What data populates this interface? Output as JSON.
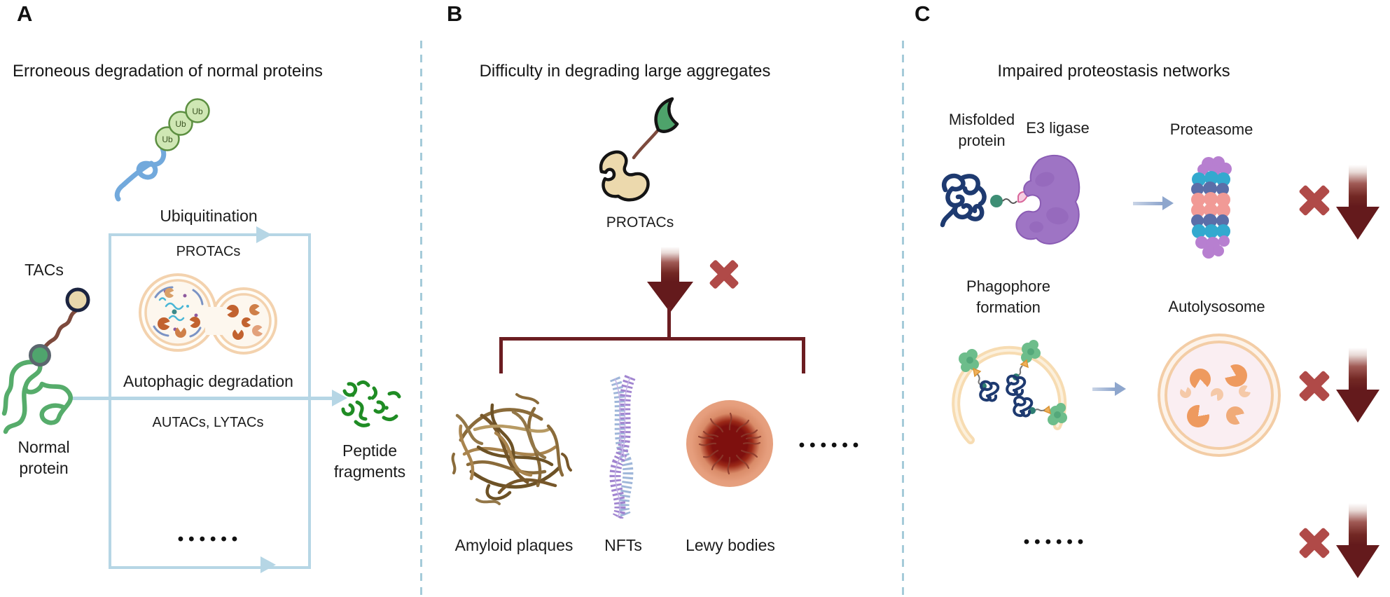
{
  "figure": {
    "panel_a": {
      "letter": "A",
      "title": "Erroneous degradation of normal proteins",
      "ub_label": "Ub",
      "tacs_label": "TACs",
      "ubiquitination_label": "Ubiquitination",
      "protacs_label": "PROTACs",
      "autophagic_label": "Autophagic degradation",
      "autacs_label": "AUTACs, LYTACs",
      "normal_protein_label": "Normal protein",
      "peptide_label": "Peptide fragments",
      "ellipsis": "••••••"
    },
    "panel_b": {
      "letter": "B",
      "title": "Difficulty in degrading large aggregates",
      "protacs_label": "PROTACs",
      "amyloid_label": "Amyloid plaques",
      "nfts_label": "NFTs",
      "lewy_label": "Lewy bodies",
      "ellipsis": "••••••"
    },
    "panel_c": {
      "letter": "C",
      "title": "Impaired proteostasis networks",
      "misfolded_label": "Misfolded protein",
      "e3_label": "E3 ligase",
      "proteasome_label": "Proteasome",
      "phagophore_label": "Phagophore formation",
      "autolysosome_label": "Autolysosome",
      "ellipsis": "••••••"
    },
    "colors": {
      "divider_blue": "#a5cbd9",
      "pathway_blue": "#b6d6e5",
      "dark_maroon": "#641a1c",
      "cross_red": "#b04a48",
      "ubiquitin_green": "#cfe7b4",
      "tagged_protein_blue": "#72a9dc",
      "normal_protein_green": "#56ac6b",
      "misfolded_navy": "#1e3a70",
      "e3_purple": "#9e74c4",
      "membrane_peach": "#f3d2ae"
    }
  }
}
